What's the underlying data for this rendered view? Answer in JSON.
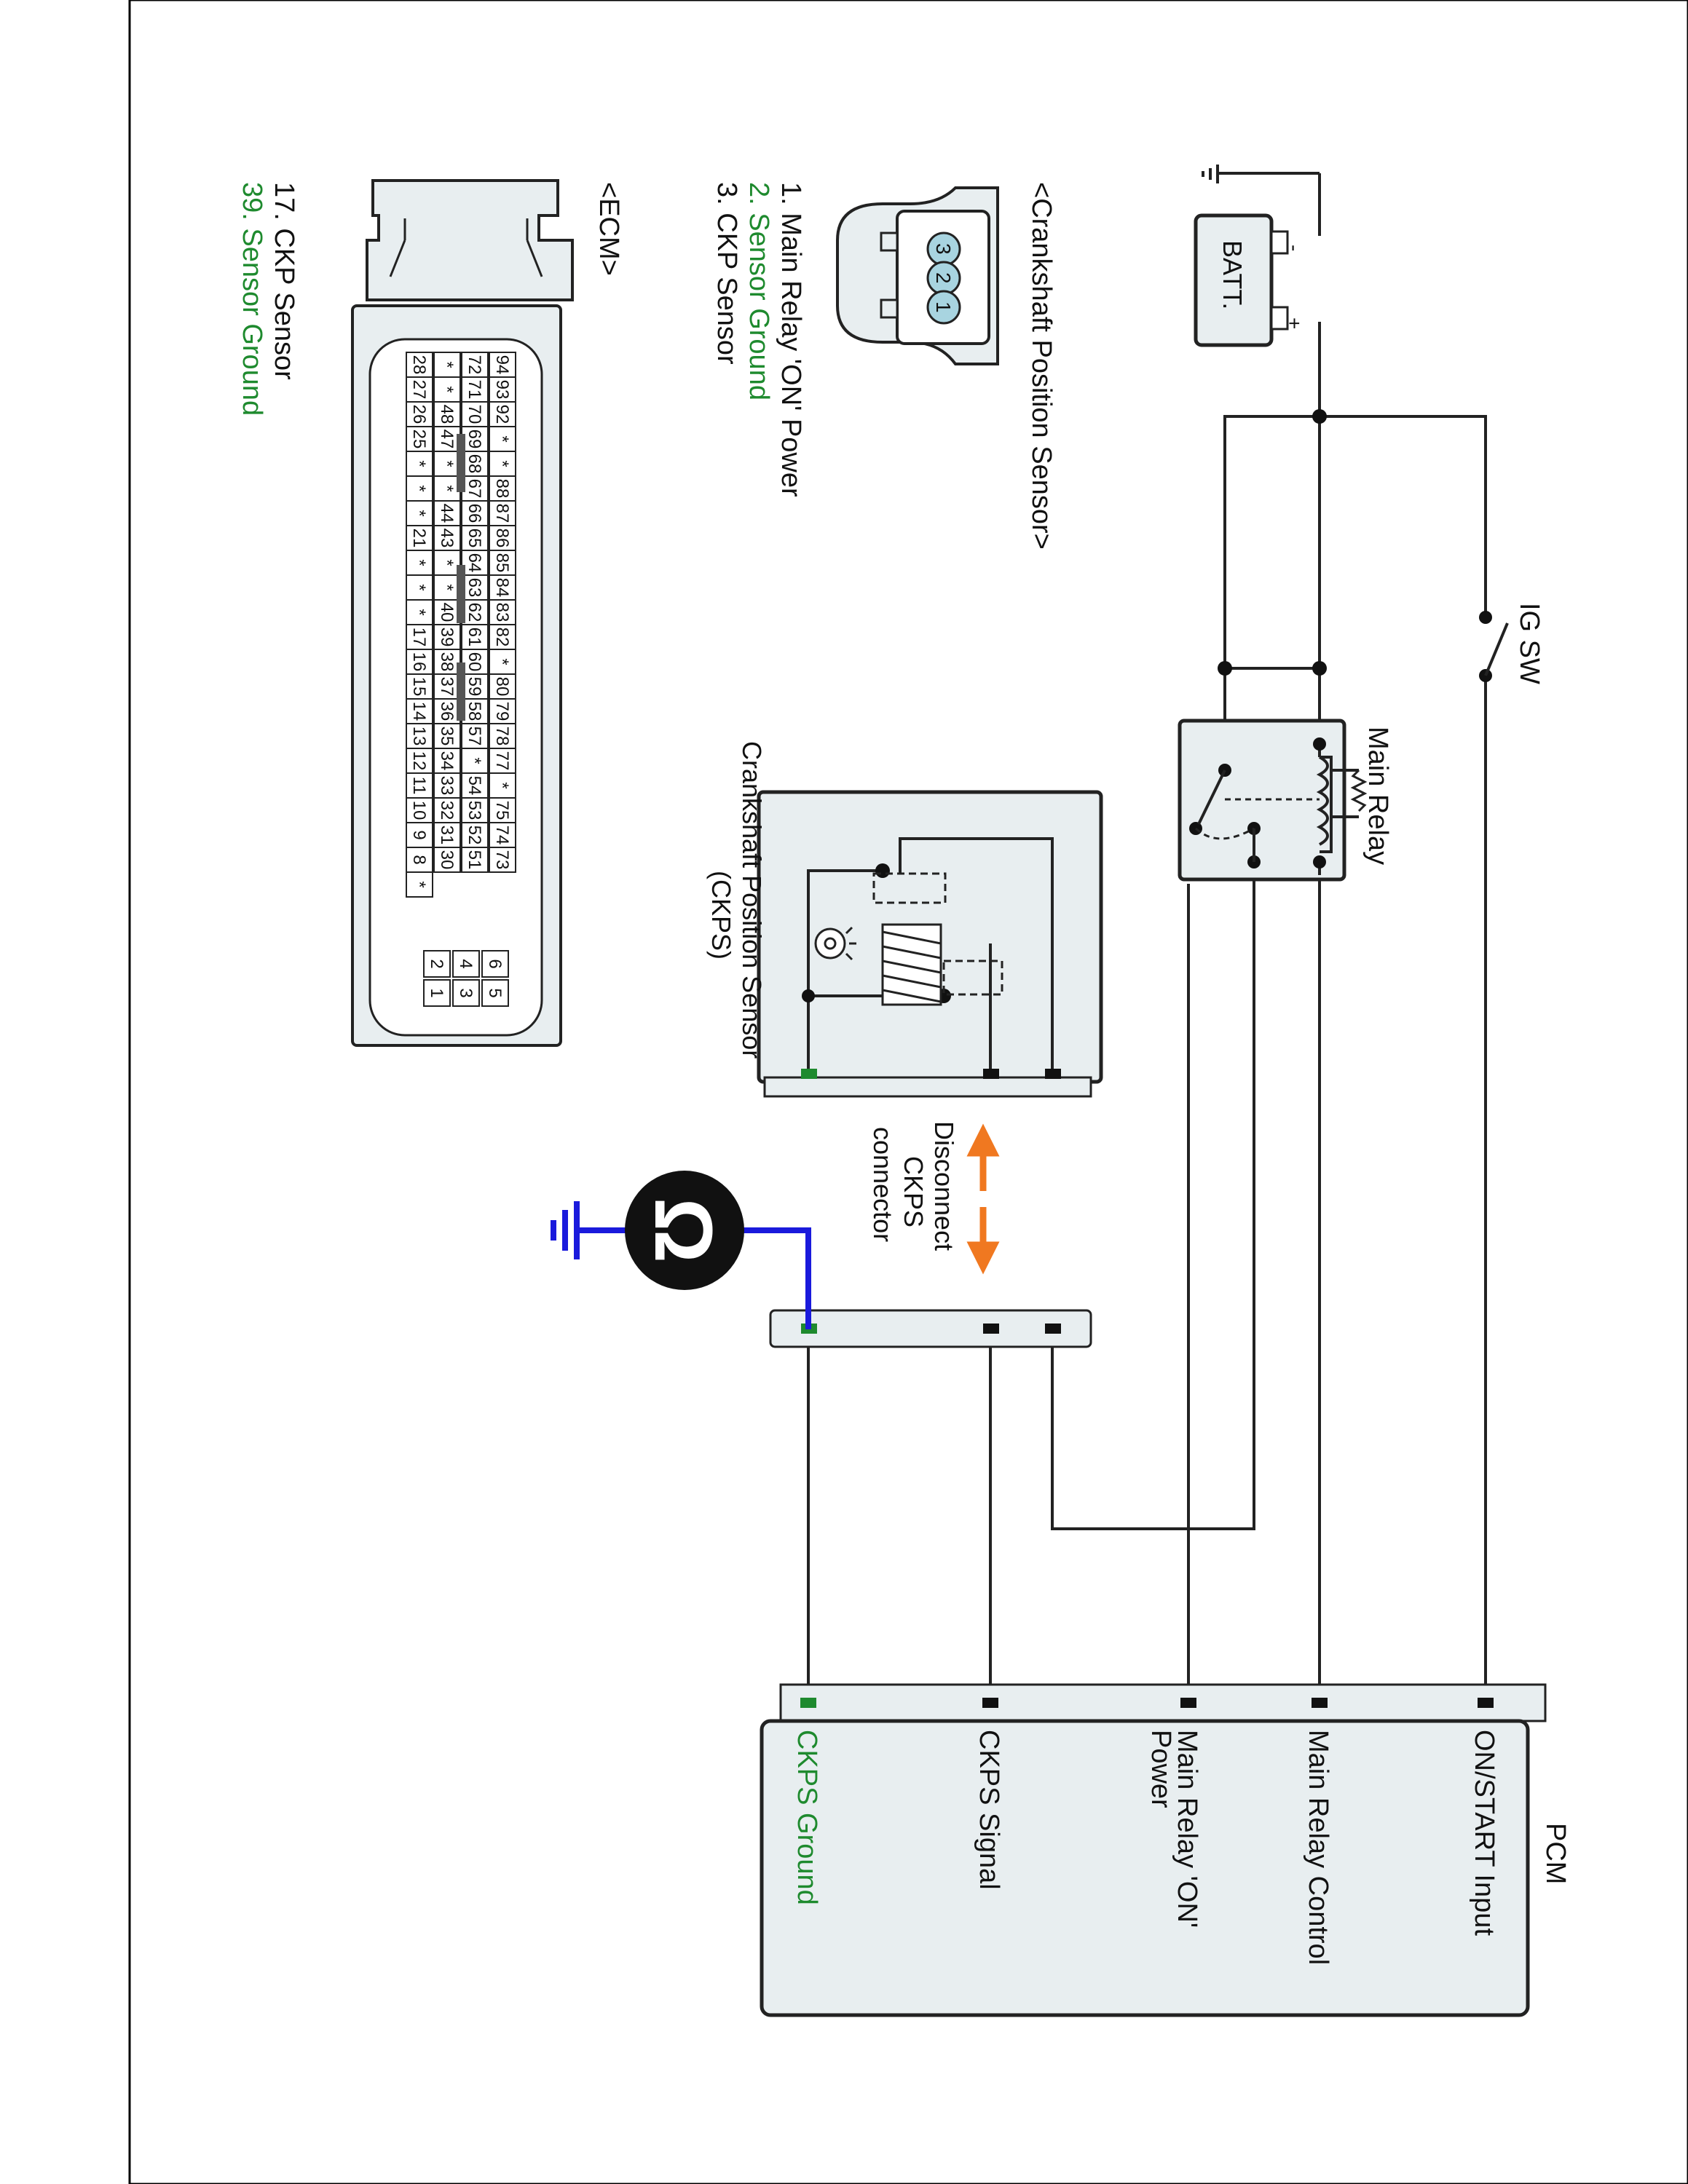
{
  "colors": {
    "ground_green": "#1e8a2e",
    "probe_blue": "#1a1adc",
    "arrow_orange": "#f07820",
    "highlight": "#a8d4e0",
    "panel_fill": "#e8eef0"
  },
  "labels": {
    "batt": "BATT.",
    "batt_minus": "-",
    "batt_plus": "+",
    "ig_sw": "IG SW",
    "main_relay": "Main Relay",
    "pcm": "PCM",
    "ckps_title_line1": "Crankshaft Position Sensor",
    "ckps_title_line2": "(CKPS)",
    "disconnect_line1": "Disconnect",
    "disconnect_line2": "CKPS",
    "disconnect_line3": "connector",
    "ohm_symbol": "Ω"
  },
  "pcm_pins": [
    {
      "label": "ON/START Input",
      "ground": false
    },
    {
      "label": "Main Relay Control",
      "ground": false
    },
    {
      "label_line1": "Main Relay 'ON'",
      "label_line2": "Power",
      "ground": false
    },
    {
      "label": "CKPS Signal",
      "ground": false
    },
    {
      "label": "CKPS Ground",
      "ground": true
    }
  ],
  "ckps_connector": {
    "title": "<Crankshaft Position Sensor>",
    "pin_numbers": [
      "3",
      "2",
      "1"
    ],
    "legend": [
      {
        "text": "1. Main Relay 'ON' Power",
        "ground": false
      },
      {
        "text": "2. Sensor Ground",
        "ground": true
      },
      {
        "text": "3. CKP Sensor",
        "ground": false
      }
    ]
  },
  "ecm_connector": {
    "title": "<ECM>",
    "legend": [
      {
        "text": "17. CKP Sensor",
        "ground": false
      },
      {
        "text": "39. Sensor Ground",
        "ground": true
      }
    ],
    "highlighted_pins": [
      "17",
      "39"
    ],
    "rows": [
      [
        "94",
        "93",
        "92",
        "*",
        "*",
        "88",
        "87",
        "86",
        "85",
        "84",
        "83",
        "82",
        "*",
        "80",
        "79",
        "78",
        "77",
        "*",
        "75",
        "74",
        "73"
      ],
      [
        "72",
        "71",
        "70",
        "69",
        "68",
        "67",
        "66",
        "65",
        "64",
        "63",
        "62",
        "61",
        "60",
        "59",
        "58",
        "57",
        "*",
        "54",
        "53",
        "52",
        "51"
      ],
      [
        "*",
        "*",
        "48",
        "47",
        "*",
        "*",
        "44",
        "43",
        "*",
        "*",
        "40",
        "39",
        "38",
        "37",
        "36",
        "35",
        "34",
        "33",
        "32",
        "31",
        "30"
      ],
      [
        "28",
        "27",
        "26",
        "25",
        "*",
        "*",
        "*",
        "21",
        "*",
        "*",
        "*",
        "17",
        "16",
        "15",
        "14",
        "13",
        "12",
        "11",
        "10",
        "9",
        "8",
        "*"
      ]
    ],
    "power_pins": [
      [
        "6",
        "5"
      ],
      [
        "4",
        "3"
      ],
      [
        "2",
        "1"
      ]
    ]
  }
}
